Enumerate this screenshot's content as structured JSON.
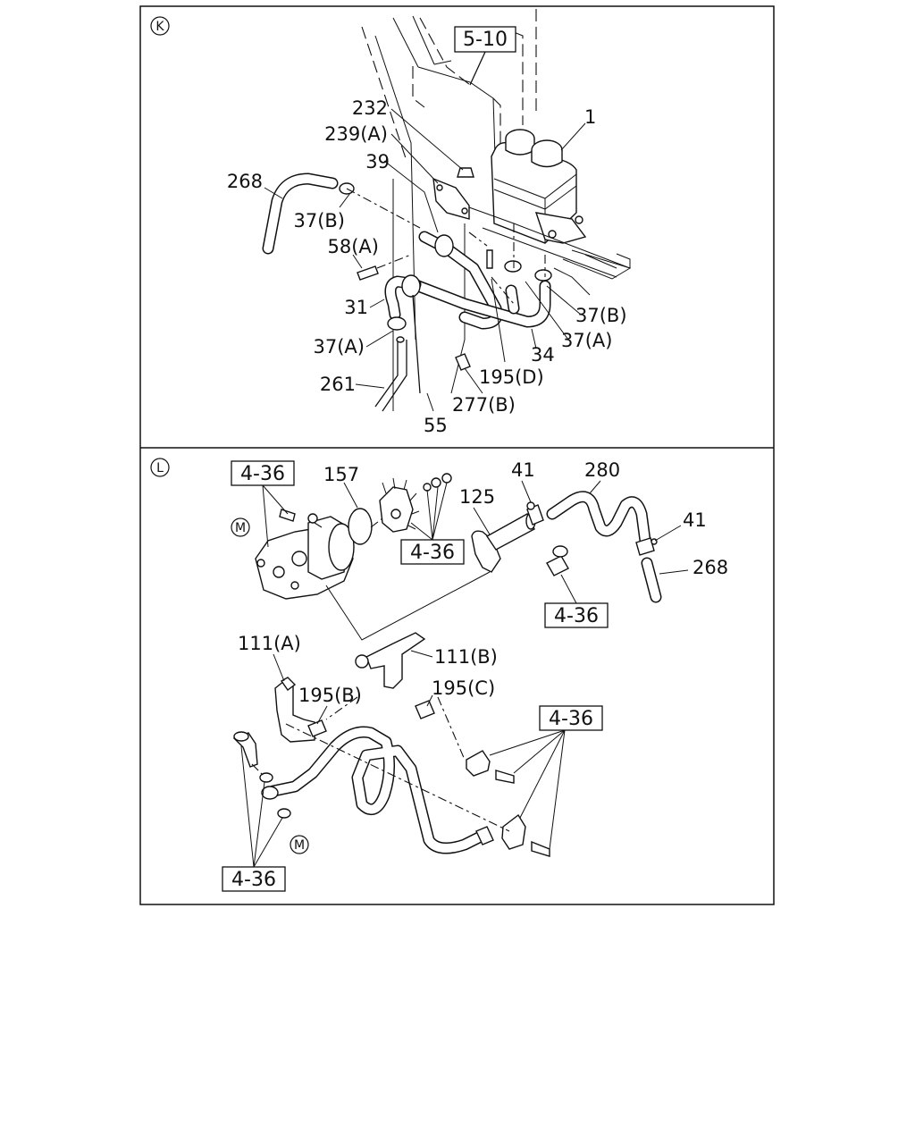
{
  "panels": {
    "k": {
      "letter": "K",
      "ref_box": "5-10",
      "labels": {
        "l232": "232",
        "l239a": "239(A)",
        "l39": "39",
        "l1": "1",
        "l268": "268",
        "l37b_left": "37(B)",
        "l58a": "58(A)",
        "l31": "31",
        "l37a_left": "37(A)",
        "l261": "261",
        "l37b_right": "37(B)",
        "l37a_right": "37(A)",
        "l34": "34",
        "l195d": "195(D)",
        "l277b": "277(B)",
        "l55": "55"
      }
    },
    "l": {
      "letter": "L",
      "ref_boxes": {
        "top_left": "4-36",
        "seal_kit": "4-36",
        "fitting": "4-36",
        "clamps": "4-36",
        "bottom": "4-36"
      },
      "markers": {
        "m_top": "M",
        "m_bottom": "M"
      },
      "labels": {
        "l157": "157",
        "l41_top": "41",
        "l280": "280",
        "l125": "125",
        "l41_right": "41",
        "l268": "268",
        "l111a": "111(A)",
        "l111b": "111(B)",
        "l195b": "195(B)",
        "l195c": "195(C)"
      }
    }
  }
}
